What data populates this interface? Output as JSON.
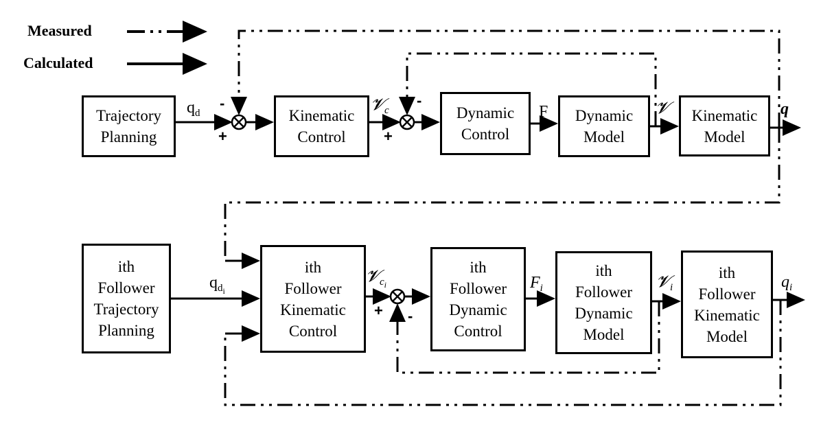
{
  "legend": {
    "measured": "Measured",
    "calculated": "Calculated"
  },
  "blocks": {
    "trajectory_planning": [
      "Trajectory",
      "Planning"
    ],
    "kinematic_control": [
      "Kinematic",
      "Control"
    ],
    "dynamic_control": [
      "Dynamic",
      "Control"
    ],
    "dynamic_model": [
      "Dynamic",
      "Model"
    ],
    "kinematic_model": [
      "Kinematic",
      "Model"
    ],
    "f_trajectory_planning": [
      "ith",
      "Follower",
      "Trajectory",
      "Planning"
    ],
    "f_kinematic_control": [
      "ith",
      "Follower",
      "Kinematic",
      "Control"
    ],
    "f_dynamic_control": [
      "ith",
      "Follower",
      "Dynamic",
      "Control"
    ],
    "f_dynamic_model": [
      "ith",
      "Follower",
      "Dynamic",
      "Model"
    ],
    "f_kinematic_model": [
      "ith",
      "Follower",
      "Kinematic",
      "Model"
    ]
  },
  "signals": {
    "qd": {
      "base": "q",
      "sub": "d"
    },
    "vc": {
      "base": "𝓥",
      "sub": "c"
    },
    "F": {
      "base": "F"
    },
    "v": {
      "base": "𝓥"
    },
    "q": {
      "base": "q"
    },
    "qdi": {
      "base": "q",
      "sub": "d",
      "subsub": "i"
    },
    "vci": {
      "base": "𝓥",
      "sub": "c",
      "subsub": "i"
    },
    "Fi": {
      "base": "F",
      "sub": "i"
    },
    "vi": {
      "base": "𝓥",
      "sub": "i"
    },
    "qi": {
      "base": "q",
      "sub": "i"
    }
  },
  "junction_signs": {
    "plus": "+",
    "minus": "-"
  }
}
